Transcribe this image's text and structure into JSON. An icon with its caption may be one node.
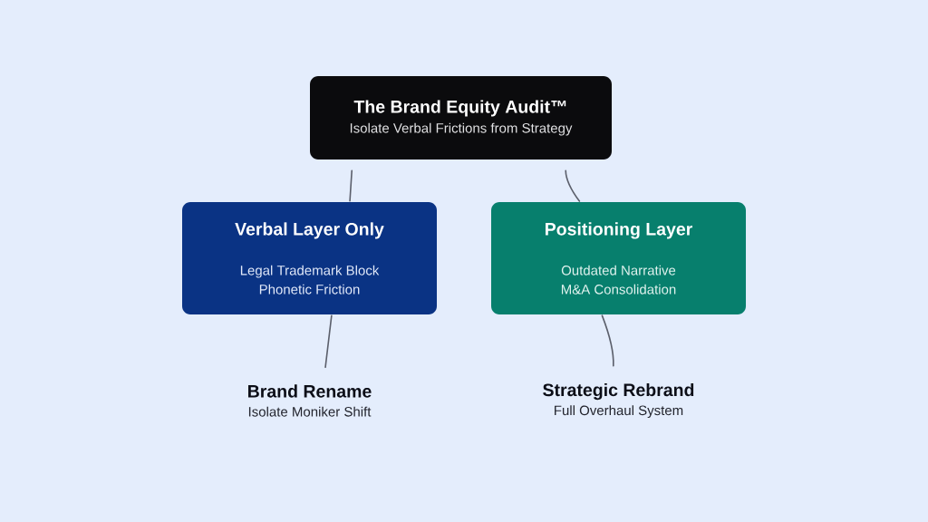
{
  "diagram": {
    "nodes": [
      {
        "text": [
          "The Brand Equity Audit™",
          "Isolate Verbal Frictions from Strategy"
        ]
      },
      {
        "text": [
          "Verbal Layer Only",
          "Legal Trademark Block",
          "Phonetic Friction"
        ]
      },
      {
        "text": [
          "Positioning Layer",
          "Outdated Narrative",
          "M&A Consolidation"
        ]
      },
      {
        "text": [
          "Brand Rename",
          "Isolate Moniker Shift"
        ]
      },
      {
        "text": [
          "Strategic Rebrand",
          "Full Overhaul System"
        ]
      }
    ],
    "edges": [
      {
        "from": 0,
        "to": 1,
        "arrow": "none"
      },
      {
        "from": 0,
        "to": 2,
        "arrow": "none"
      },
      {
        "from": 1,
        "to": 3,
        "arrow": "none"
      },
      {
        "from": 2,
        "to": 4,
        "arrow": "none"
      }
    ]
  }
}
